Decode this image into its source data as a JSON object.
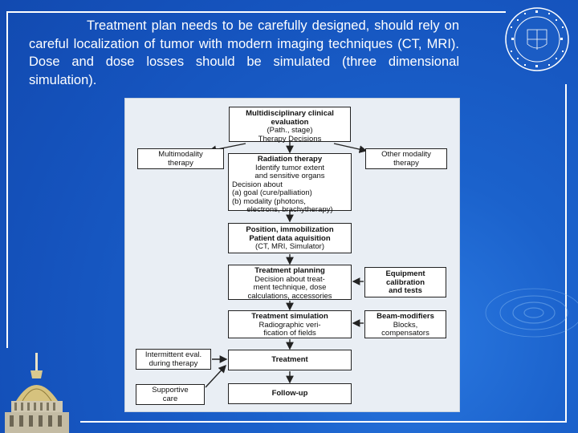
{
  "slide": {
    "body_text": "Treatment plan needs to be carefully designed, should rely on careful localization of tumor with modern imaging techniques (CT, MRI). Dose and dose losses should be simulated (three dimensional simulation)."
  },
  "diagram": {
    "multidisciplinary": {
      "title": "Multidisciplinary clinical evaluation",
      "line1": "(Path., stage)",
      "line2": "Therapy Decisions"
    },
    "multimodality": {
      "line1": "Multimodality",
      "line2": "therapy"
    },
    "other_modality": {
      "line1": "Other modality",
      "line2": "therapy"
    },
    "radiation": {
      "title": "Radiation therapy",
      "line1": "Identify tumor extent",
      "line2": "and sensitive organs",
      "line3": "Decision about",
      "line4": "(a) goal (cure/palliation)",
      "line5": "(b) modality (photons,",
      "line6": "electrons, brachytherapy)"
    },
    "position": {
      "title": "Position, immobilization",
      "title2": "Patient data aquisition",
      "line1": "(CT, MRI, Simulator)"
    },
    "planning": {
      "title": "Treatment planning",
      "line1": "Decision about treat-",
      "line2": "ment technique, dose",
      "line3": "calculations, accessories"
    },
    "equipment": {
      "line1": "Equipment",
      "line2": "calibration",
      "line3": "and tests"
    },
    "simulation": {
      "title": "Treatment simulation",
      "line1": "Radiographic veri-",
      "line2": "fication of fields"
    },
    "beam": {
      "title": "Beam-modifiers",
      "line1": "Blocks,",
      "line2": "compensators"
    },
    "intermittent": {
      "line1": "Intermittent eval.",
      "line2": "during therapy"
    },
    "treatment": {
      "title": "Treatment"
    },
    "supportive": {
      "line1": "Supportive",
      "line2": "care"
    },
    "followup": {
      "title": "Follow-up"
    }
  }
}
